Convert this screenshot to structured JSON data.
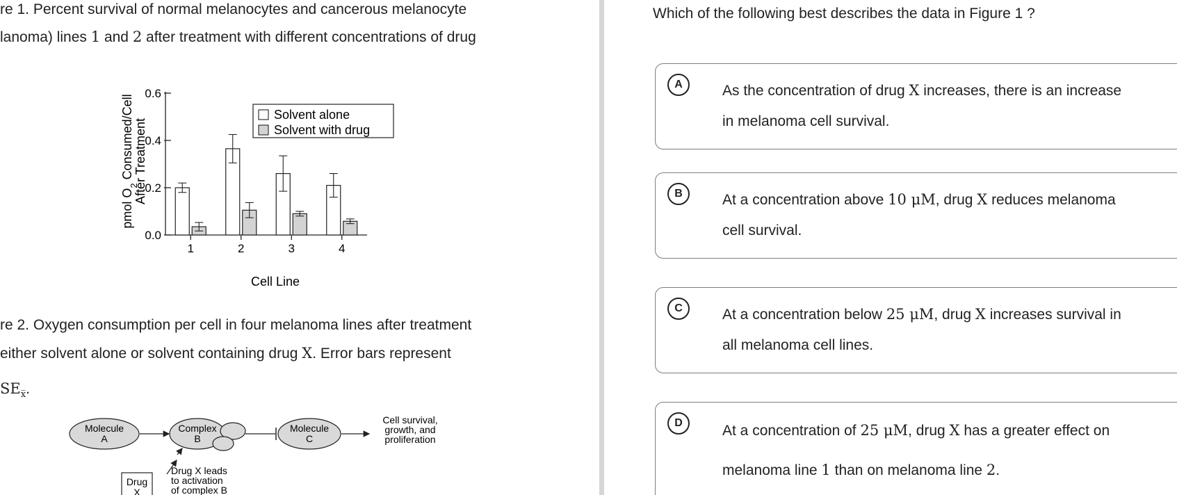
{
  "left": {
    "fig1_caption": {
      "line1": "re 1. Percent survival of normal melanocytes and cancerous melanocyte",
      "line2_pre": "lanoma) lines ",
      "line2_n1": "1",
      "line2_mid": " and ",
      "line2_n2": "2",
      "line2_post": " after treatment with different concentrations of drug"
    },
    "fig2_caption": {
      "line1": "re 2. Oxygen consumption per cell in four melanoma lines after treatment",
      "line2_pre": " either solvent alone or solvent containing drug ",
      "line2_var": "X",
      "line2_post": ". Error bars represent",
      "line3": "SE",
      "line3_sub": "x̅",
      "line3_post": "."
    },
    "diagram": {
      "molecule_a": [
        "Molecule",
        "A"
      ],
      "complex_b": [
        "Complex",
        "B"
      ],
      "molecule_c": [
        "Molecule",
        "C"
      ],
      "outcome": [
        "Cell survival,",
        "growth, and",
        "proliferation"
      ],
      "drug_note": [
        "Drug X leads",
        "to activation",
        "of complex B"
      ],
      "drug_box": [
        "Drug",
        "X"
      ]
    }
  },
  "chart_data": {
    "type": "bar",
    "categories": [
      "1",
      "2",
      "3",
      "4"
    ],
    "series": [
      {
        "name": "Solvent alone",
        "values": [
          0.2,
          0.365,
          0.26,
          0.21
        ],
        "errors": [
          0.02,
          0.06,
          0.075,
          0.05
        ],
        "color": "#ffffff"
      },
      {
        "name": "Solvent with drug",
        "values": [
          0.035,
          0.105,
          0.09,
          0.058
        ],
        "errors": [
          0.018,
          0.032,
          0.01,
          0.01
        ],
        "color": "#d3d3d3"
      }
    ],
    "xlabel": "Cell Line",
    "ylabel_line1": "pmol O",
    "ylabel_sub": "2",
    "ylabel_line1_post": " Consumed/Cell",
    "ylabel_line2": "After Treatment",
    "yticks": [
      "0.0",
      "0.2",
      "0.4",
      "0.6"
    ],
    "ylim": [
      0,
      0.6
    ],
    "grid": false,
    "legend_position": "top-right"
  },
  "question": {
    "stem": "Which of the following best describes the data in Figure 1 ?",
    "options": [
      {
        "letter": "A",
        "parts": [
          "As the concentration of drug ",
          "X",
          " increases, there is an increase",
          "in melanoma cell survival."
        ]
      },
      {
        "letter": "B",
        "parts": [
          "At a concentration above ",
          "10 μM",
          ", drug ",
          "X",
          " reduces melanoma",
          "cell survival."
        ]
      },
      {
        "letter": "C",
        "parts": [
          "At a concentration below ",
          "25 μM",
          ", drug ",
          "X",
          " increases survival in",
          "all melanoma cell lines."
        ]
      },
      {
        "letter": "D",
        "parts": [
          "At a concentration of ",
          "25 μM",
          ", drug ",
          "X",
          " has a greater effect on",
          "melanoma line ",
          "1",
          " than on melanoma line ",
          "2",
          "."
        ]
      }
    ]
  },
  "colors": {
    "divider": "#d6d6d6",
    "border": "#7d7d7d",
    "bar_drug": "#d3d3d3",
    "diagram_fill": "#d9d9d9"
  }
}
